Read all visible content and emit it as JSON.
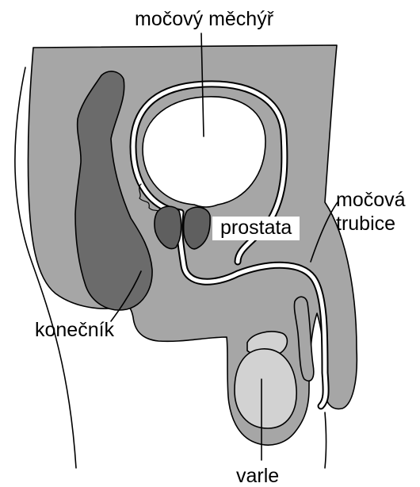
{
  "labels": {
    "bladder": "močový měchýř",
    "prostate": "prostata",
    "urethra_line1": "močová",
    "urethra_line2": "trubice",
    "rectum": "konečník",
    "testis": "varle"
  },
  "colors": {
    "body": "#a6a6a6",
    "rectum": "#6b6b6b",
    "prostate": "#5f5f5f",
    "testis": "#d2d2d2",
    "bladder": "#ffffff",
    "outline": "#000000"
  }
}
